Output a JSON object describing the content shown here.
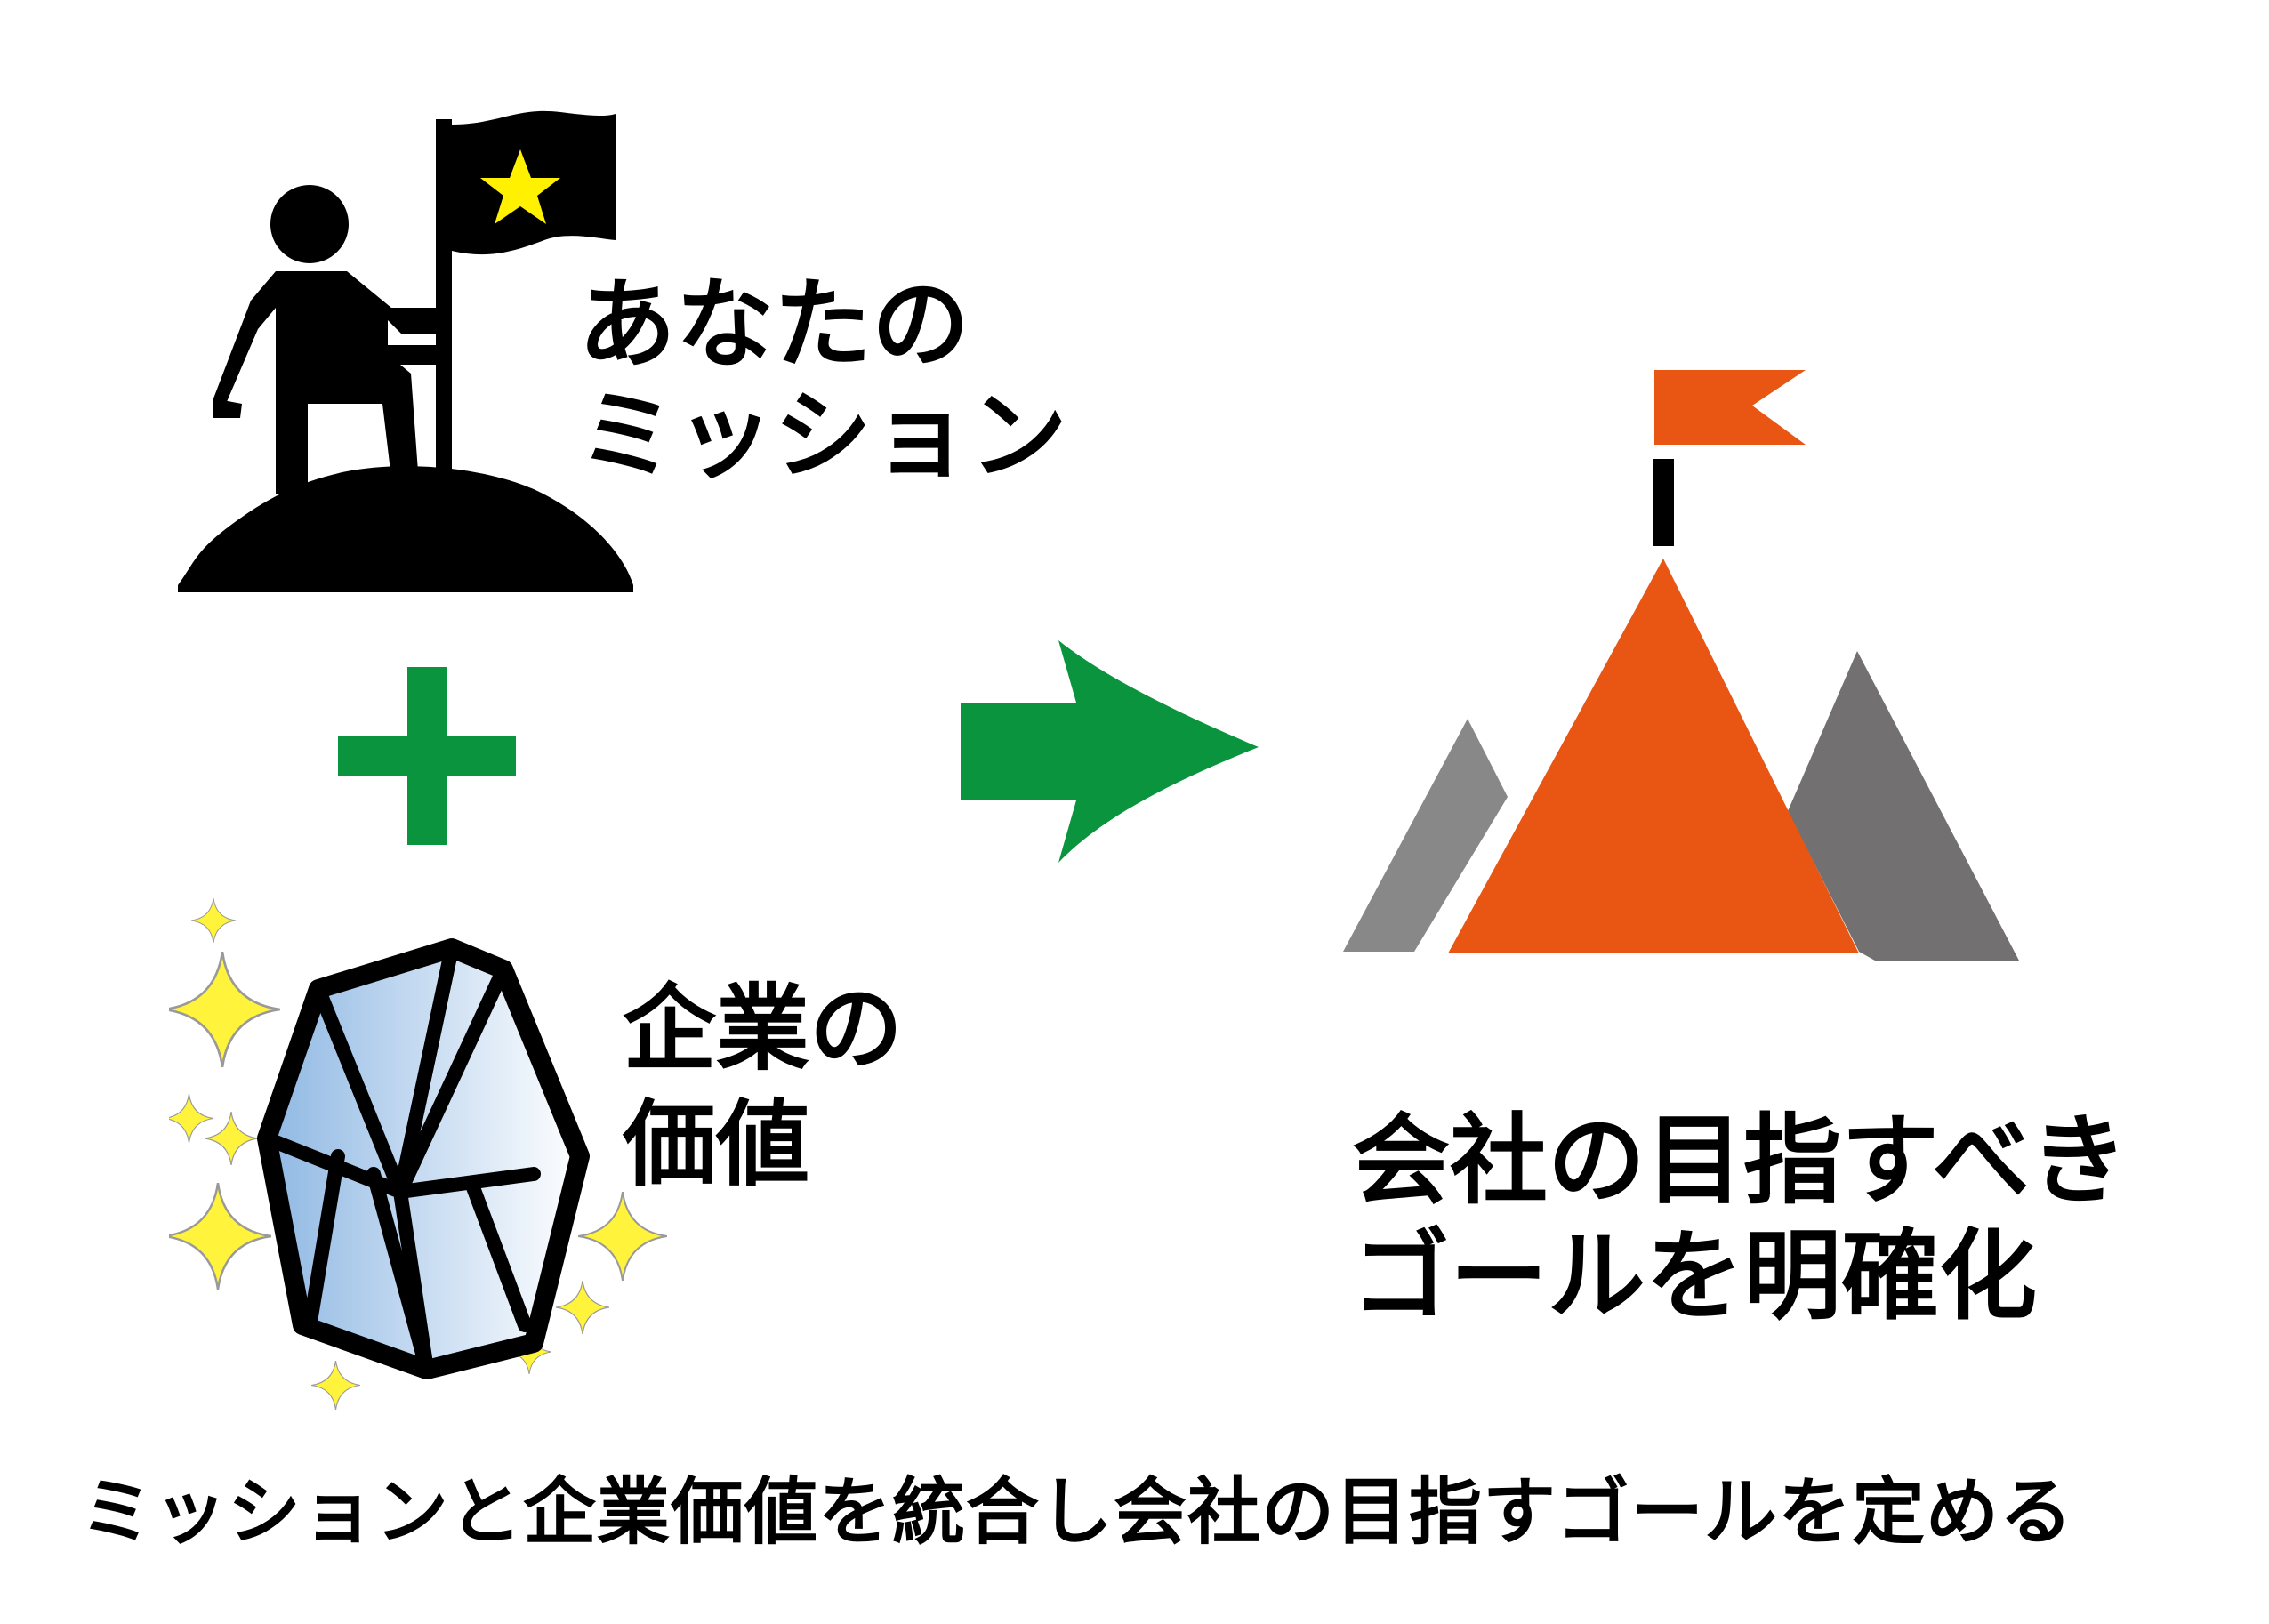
{
  "labels": {
    "mission_line1": "あなたの",
    "mission_line2": "ミッション",
    "value_line1": "企業の",
    "value_line2": "価値",
    "goal_line1": "会社の目指すべき",
    "goal_line2": "ゴールを明確化",
    "caption": "ミッションと企業価値を統合し会社の目指すゴールを定める"
  },
  "icons": {
    "person": "person-with-flag-icon",
    "plus": "plus-icon",
    "gem": "gem-icon",
    "arrow": "arrow-right-icon",
    "mountain": "mountain-with-flag-icon"
  },
  "colors": {
    "text": "#000000",
    "green": "#0a943e",
    "orange": "#e95513",
    "gray_light": "#888888",
    "gray_dark": "#727071",
    "star": "#fff100",
    "sparkle": "#fff33b",
    "gem_blue": "#a9c9ea"
  }
}
